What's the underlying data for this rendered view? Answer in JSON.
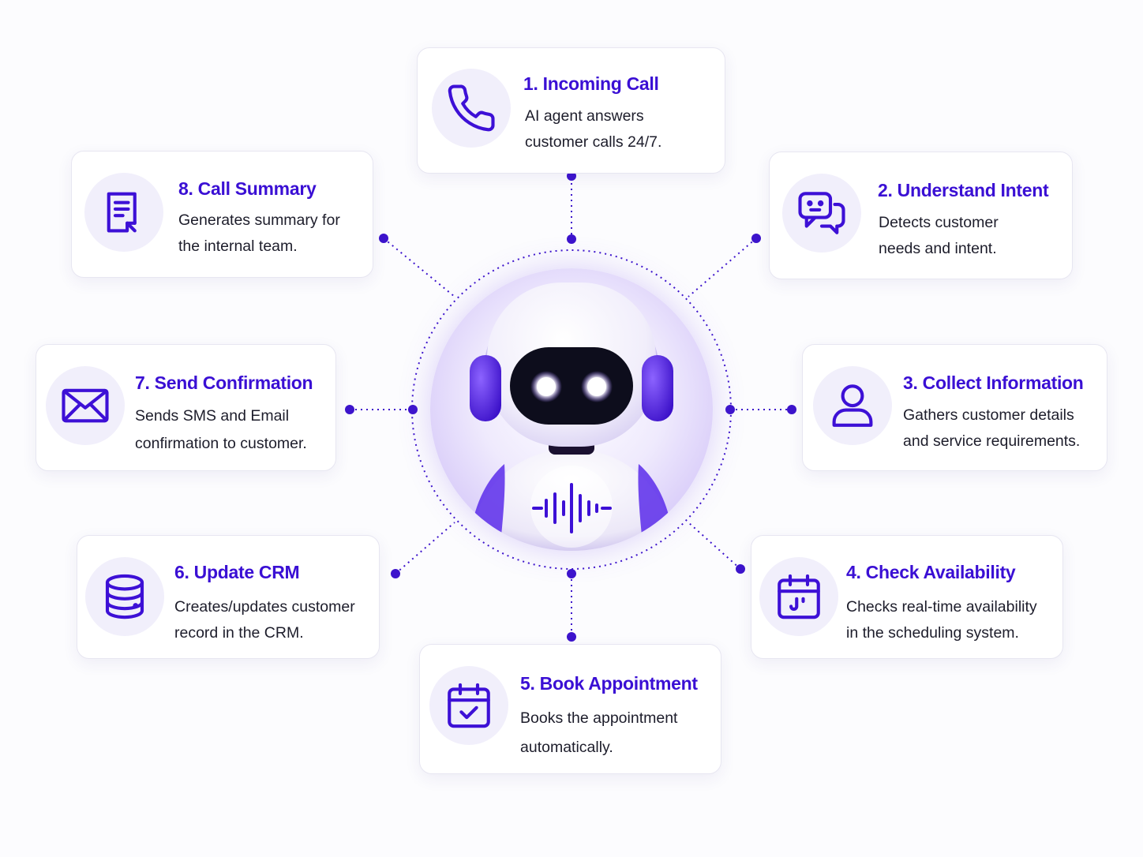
{
  "colors": {
    "accent": "#3a0fd4",
    "icon_stroke": "#3d10d6",
    "connector": "#3d14cc",
    "text": "#1d1d2b",
    "card_border": "#e7e6f1",
    "icon_bg": "#f1effb"
  },
  "steps": [
    {
      "title": "1. Incoming Call",
      "description": "AI agent answers customer calls 24/7.",
      "icon": "phone-icon"
    },
    {
      "title": "2. Understand Intent",
      "description": "Detects customer needs and intent.",
      "icon": "chat-bubbles-icon"
    },
    {
      "title": "3. Collect Information",
      "description": "Gathers customer details and service requirements.",
      "icon": "user-icon"
    },
    {
      "title": "4. Check Availability",
      "description": "Checks real-time availability in the scheduling system.",
      "icon": "calendar-icon"
    },
    {
      "title": "5. Book Appointment",
      "description": "Books the appointment automatically.",
      "icon": "calendar-check-icon"
    },
    {
      "title": "6. Update CRM",
      "description": "Creates/updates customer record in the CRM.",
      "icon": "database-icon"
    },
    {
      "title": "7. Send Confirmation",
      "description": "Sends SMS and Email confirmation to customer.",
      "icon": "envelope-icon"
    },
    {
      "title": "8. Call Summary",
      "description": "Generates summary for the internal team.",
      "icon": "document-icon"
    }
  ],
  "center": {
    "icon": "ai-robot-headset-icon",
    "badge_icon": "sound-wave-icon"
  }
}
